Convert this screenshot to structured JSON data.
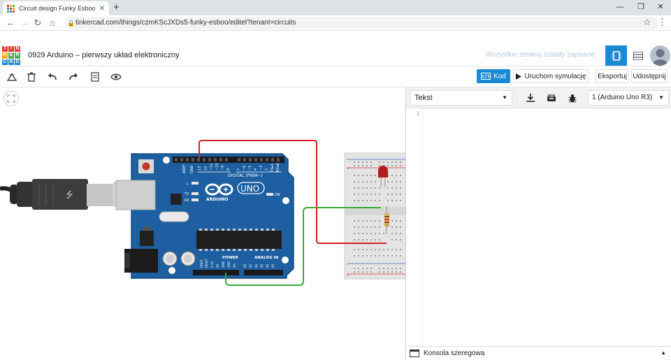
{
  "browser": {
    "tab_title": "Circuit design Funky Esboo | Tink...",
    "tab_close": "✕",
    "new_tab": "+",
    "url": "tinkercad.com/things/czmKScJXDs5-funky-esboo/editel?tenant=circuits"
  },
  "header": {
    "logo_letters": [
      "T",
      "I",
      "N",
      "K",
      "E",
      "R",
      "C",
      "A",
      "D"
    ],
    "project_title": "0929 Arduino – pierwszy układ elektroniczny",
    "saved_status": "Wszystkie zmiany zostały zapisane"
  },
  "toolbar": {
    "code_label": "Kod",
    "simulate_label": "Uruchom symulację",
    "export_label": "Eksportuj",
    "share_label": "Udostępnij"
  },
  "code_panel": {
    "mode": "Tekst",
    "device": "1 (Arduino Uno R3)",
    "line_number": "1",
    "serial_console": "Konsola szeregowa"
  },
  "board": {
    "brand": "ARDUINO",
    "model": "UNO",
    "digital_label": "DIGITAL (PWM~)",
    "power_label": "POWER",
    "analog_label": "ANALOG IN",
    "on_label": "ON",
    "tx_label": "TX",
    "rx_label": "RX",
    "l_label": "L"
  },
  "colors": {
    "accent": "#1a8ad4",
    "board": "#1d5fa0",
    "wire_red": "#d3202a",
    "wire_green": "#3aa935",
    "led": "#b51c1c"
  }
}
